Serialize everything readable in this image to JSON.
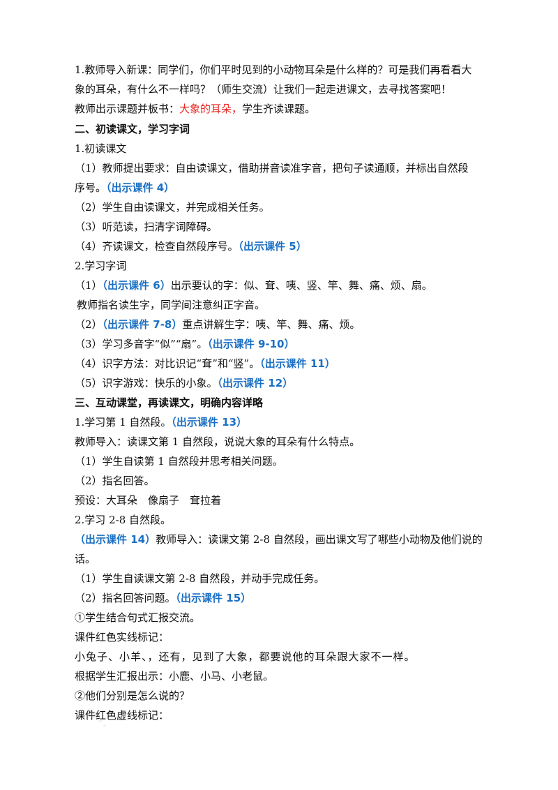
{
  "intro": {
    "line1": "1.教师导入新课：同学们，你们平时见到的小动物耳朵是什么样的？可是我们再看看大",
    "line2": "象的耳朵，有什么不一样吗？（师生交流）让我们一起走进课文，去寻找答案吧！",
    "title_prefix": "教师出示课题并板书：",
    "title_red": "大象的耳朵，",
    "title_suffix": "学生齐读课题。"
  },
  "section2": {
    "heading": "二、初读课文，学习字词",
    "sub1": "1.初读课文",
    "s1_a": "（1）教师提出要求：自由读课文，借助拼音读准字音，把句子读通顺，并标出自然段",
    "s1_b": "序号。",
    "s1_b_ref": "（出示课件 4）",
    "s2": "（2）学生自由读课文，并完成相关任务。",
    "s3": "（3）听范读，扫清字词障碍。",
    "s4": "（4）齐读课文，检查自然段序号。",
    "s4_ref": "（出示课件 5）",
    "sub2": "2.学习字词",
    "w1_pre": "（1）",
    "w1_ref": "（出示课件 6）",
    "w1_text": "出示要认的字：似、耷、咦、竖、竿、舞、痛、烦、扇。",
    "w1_b": "教师指名读生字，同学间注意纠正字音。",
    "w2_pre": "（2）",
    "w2_ref": "（出示课件 7-8）",
    "w2_text": "重点讲解生字：咦、竿、舞、痛、烦。",
    "w3": "（3）学习多音字“似”“扇”。",
    "w3_ref": "（出示课件 9-10）",
    "w4": "（4）识字方法：对比识记“耷”和“竖”。",
    "w4_ref": "（出示课件 11）",
    "w5": "（5）识字游戏：快乐的小象。",
    "w5_ref": "（出示课件 12）"
  },
  "section3": {
    "heading": "三、互动课堂，再读课文，明确内容详略",
    "p1": "1.学习第 1 自然段。",
    "p1_ref": "（出示课件 13）",
    "p1_intro": "教师导入：读课文第 1 自然段，说说大象的耳朵有什么特点。",
    "p1_a": "（1）学生自读第 1 自然段并思考相关问题。",
    "p1_b": "（2）指名回答。",
    "p1_c": "预设：大耳朵　像扇子　耷拉着",
    "p2": "2.学习 2-8 自然段。",
    "p2_ref": "（出示课件 14）",
    "p2_intro_a": "教师导入：读课文第 2-8 自然段，画出课文写了哪些小动物及他们说的",
    "p2_intro_b": "话。",
    "p2_a": "（1）学生自读课文第 2-8 自然段，并动手完成任务。",
    "p2_b": "（2）指名回答问题。",
    "p2_b_ref": "（出示课件 15）",
    "c1": "①学生结合句式汇报交流。",
    "c2": "课件红色实线标记：",
    "c3": "小兔子、小羊、，还有，见到了大象，都要说他的耳朵跟大家不一样。",
    "c4": "根据学生汇报出示：小鹿、小马、小老鼠。",
    "c5": "②他们分别是怎么说的？",
    "c6": "课件红色虚线标记："
  }
}
